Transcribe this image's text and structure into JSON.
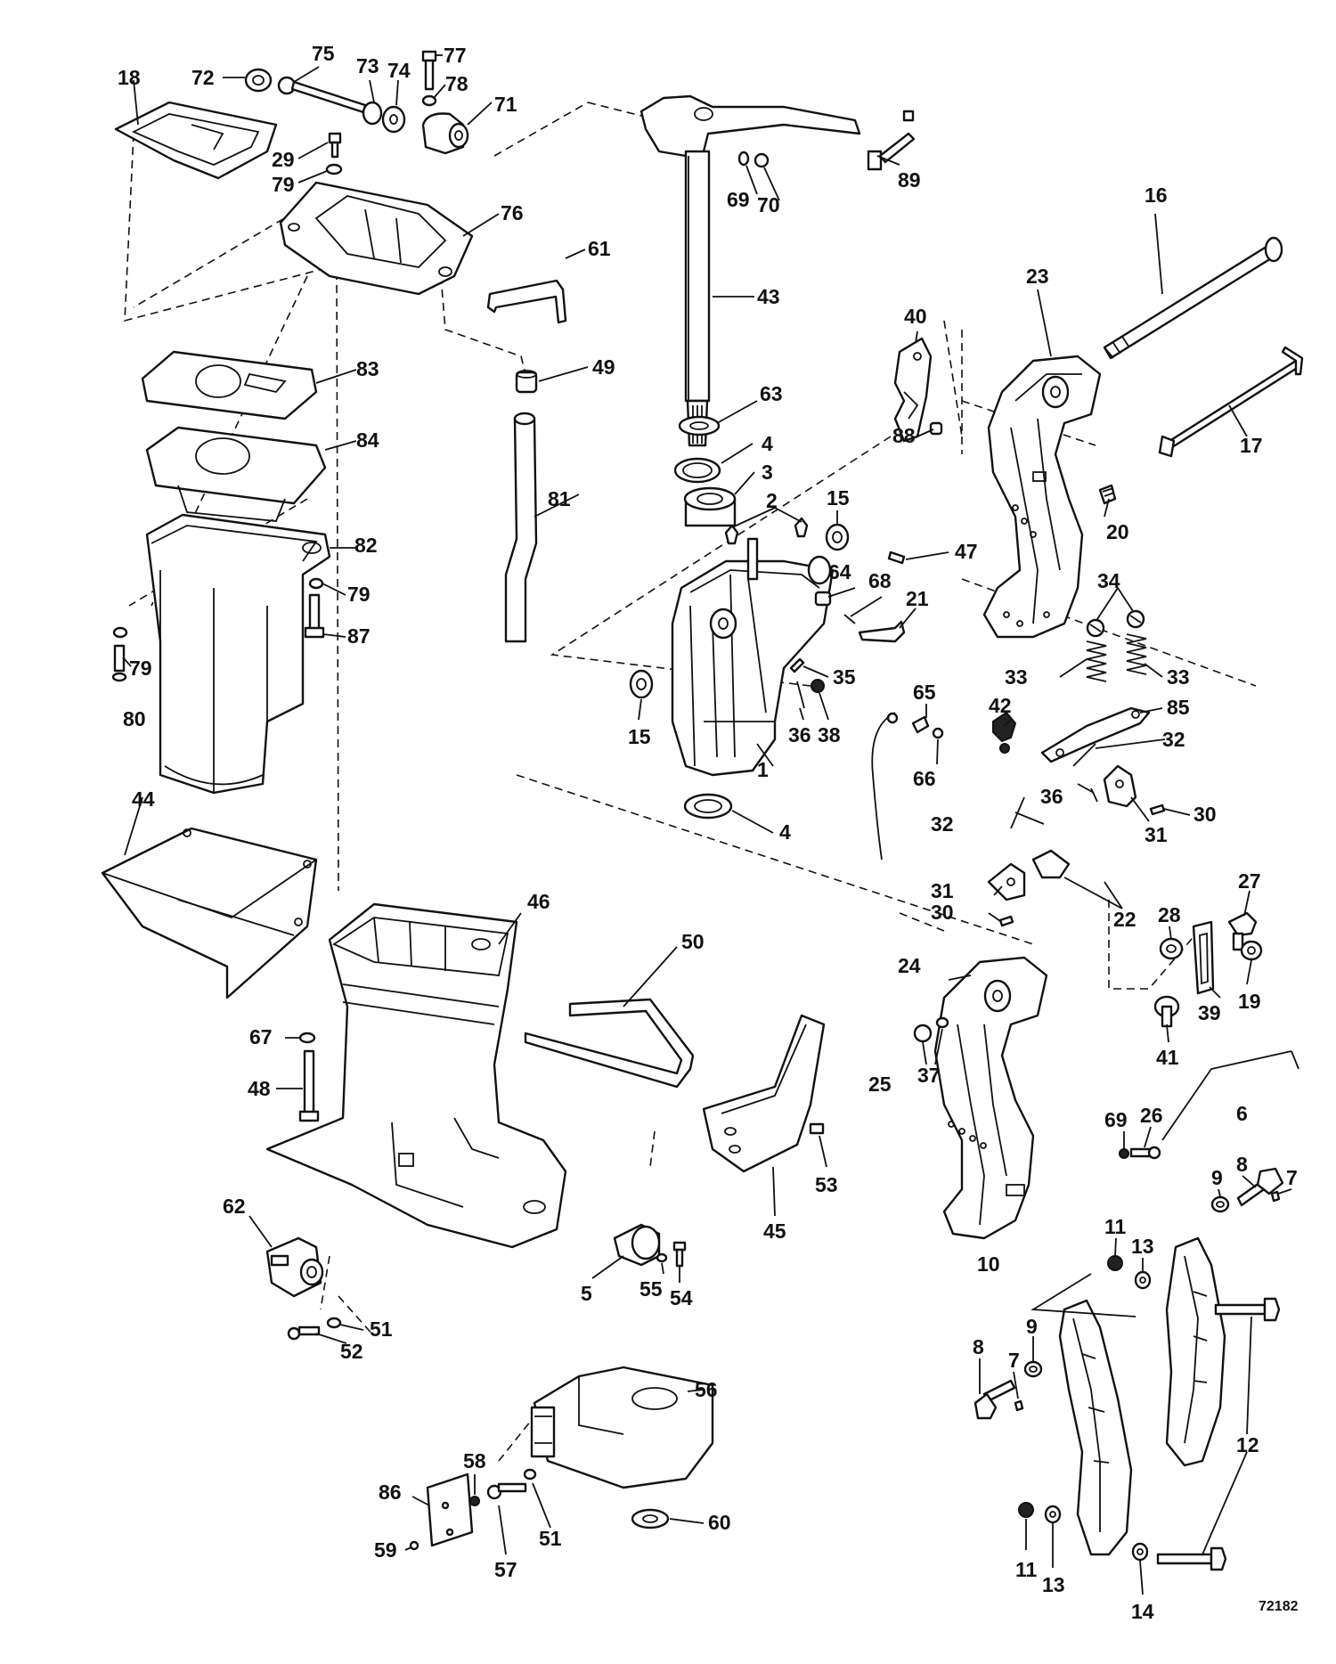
{
  "figure_ref": "72182",
  "callouts": {
    "c1": "1",
    "c2": "2",
    "c3": "3",
    "c4a": "4",
    "c4b": "4",
    "c5": "5",
    "c6": "6",
    "c7a": "7",
    "c7b": "7",
    "c8a": "8",
    "c8b": "8",
    "c9a": "9",
    "c9b": "9",
    "c10": "10",
    "c11a": "11",
    "c11b": "11",
    "c12": "12",
    "c13a": "13",
    "c13b": "13",
    "c14": "14",
    "c15a": "15",
    "c15b": "15",
    "c16": "16",
    "c17": "17",
    "c18": "18",
    "c19": "19",
    "c20": "20",
    "c21": "21",
    "c22": "22",
    "c23": "23",
    "c24": "24",
    "c25": "25",
    "c26": "26",
    "c27": "27",
    "c28": "28",
    "c29": "29",
    "c30a": "30",
    "c30b": "30",
    "c31a": "31",
    "c31b": "31",
    "c32a": "32",
    "c32b": "32",
    "c33a": "33",
    "c33b": "33",
    "c34": "34",
    "c35": "35",
    "c36a": "36",
    "c36b": "36",
    "c37": "37",
    "c38": "38",
    "c39": "39",
    "c40": "40",
    "c41": "41",
    "c42": "42",
    "c43": "43",
    "c44": "44",
    "c45": "45",
    "c46": "46",
    "c47": "47",
    "c48": "48",
    "c49": "49",
    "c50": "50",
    "c51a": "51",
    "c51b": "51",
    "c52": "52",
    "c53": "53",
    "c54": "54",
    "c55": "55",
    "c56": "56",
    "c57": "57",
    "c58": "58",
    "c59": "59",
    "c60": "60",
    "c61": "61",
    "c62": "62",
    "c63": "63",
    "c64": "64",
    "c65": "65",
    "c66": "66",
    "c67": "67",
    "c68": "68",
    "c69a": "69",
    "c69b": "69",
    "c70": "70",
    "c71": "71",
    "c72": "72",
    "c73": "73",
    "c74": "74",
    "c75": "75",
    "c76": "76",
    "c77": "77",
    "c78": "78",
    "c79a": "79",
    "c79b": "79",
    "c79c": "79",
    "c80": "80",
    "c81": "81",
    "c82": "82",
    "c83": "83",
    "c84": "84",
    "c85": "85",
    "c86": "86",
    "c87": "87",
    "c88": "88",
    "c89": "89"
  }
}
